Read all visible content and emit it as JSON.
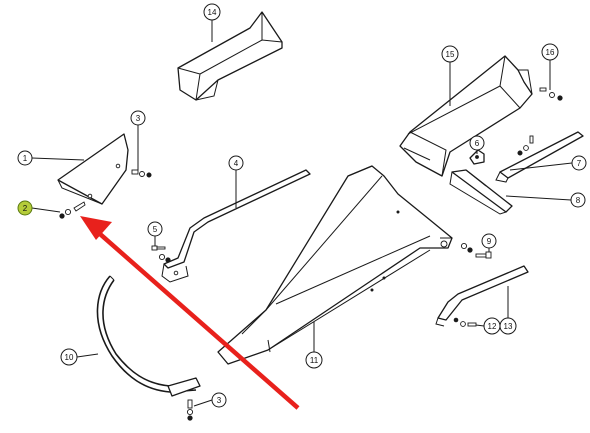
{
  "callouts": [
    {
      "id": "c1",
      "label": "1"
    },
    {
      "id": "c2",
      "label": "2"
    },
    {
      "id": "c3a",
      "label": "3"
    },
    {
      "id": "c3b",
      "label": "3"
    },
    {
      "id": "c4",
      "label": "4"
    },
    {
      "id": "c5",
      "label": "5"
    },
    {
      "id": "c6",
      "label": "6"
    },
    {
      "id": "c7",
      "label": "7"
    },
    {
      "id": "c8",
      "label": "8"
    },
    {
      "id": "c9",
      "label": "9"
    },
    {
      "id": "c10",
      "label": "10"
    },
    {
      "id": "c11",
      "label": "11"
    },
    {
      "id": "c12",
      "label": "12"
    },
    {
      "id": "c13",
      "label": "13"
    },
    {
      "id": "c14",
      "label": "14"
    },
    {
      "id": "c15",
      "label": "15"
    },
    {
      "id": "c16",
      "label": "16"
    }
  ],
  "highlight": {
    "callout": "2",
    "color": "#b5cc3a"
  },
  "arrow": {
    "color": "#e8211c",
    "points_to": "2"
  }
}
